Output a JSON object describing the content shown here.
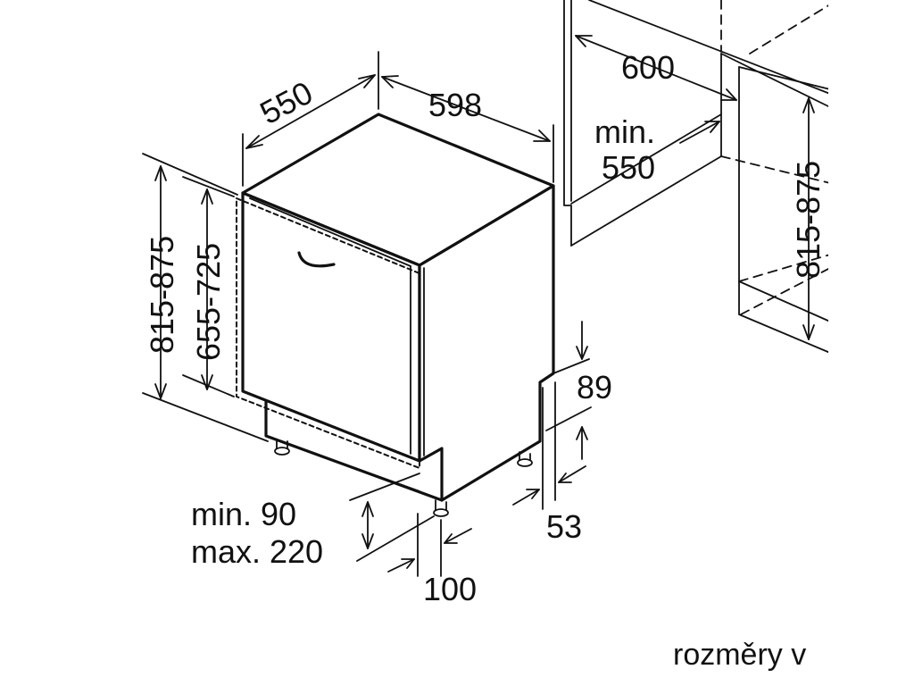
{
  "dimensions": {
    "depth": "550",
    "width": "598",
    "niche_depth": "600",
    "niche_min_label": "min.",
    "niche_min_value": "550",
    "niche_height": "815-875",
    "total_height": "815-875",
    "door_height": "655-725",
    "plinth_min": "min. 90",
    "plinth_max": "max. 220",
    "foot_offset": "100",
    "top_recess": "89",
    "bottom_recess": "53"
  },
  "caption": "rozměry v"
}
